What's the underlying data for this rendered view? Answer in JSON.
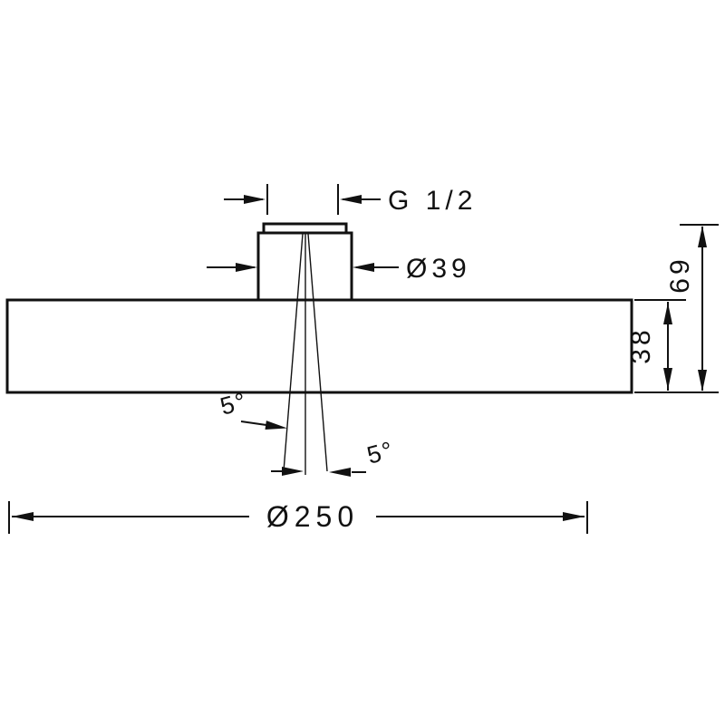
{
  "drawing": {
    "background_color": "#ffffff",
    "line_color": "#111111",
    "labels": {
      "thread_size": "G 1/2",
      "connector_diameter": "Ø39",
      "overall_height": "69",
      "plate_height": "38",
      "plate_diameter": "Ø250",
      "spray_angle_left": "5°",
      "spray_angle_right": "5°"
    }
  }
}
